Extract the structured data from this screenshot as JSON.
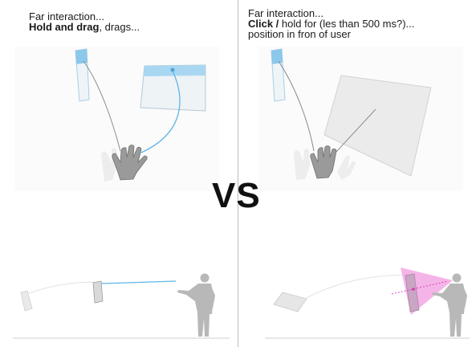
{
  "left_panel": {
    "caption_line1": "Far interaction...",
    "caption_bold": "Hold and drag",
    "caption_rest": ", drags..."
  },
  "right_panel": {
    "caption_line1": "Far interaction...",
    "caption_bold": "Click /",
    "caption_rest": " hold for (les than 500 ms?)...",
    "caption_line3": "position in fron of user"
  },
  "center_label": "VS",
  "colors": {
    "accent_blue": "#5fb6e6",
    "panel_gray": "#e6e6e6",
    "figure_gray": "#b5b5b5",
    "pink_cone": "#f3a7e3"
  }
}
